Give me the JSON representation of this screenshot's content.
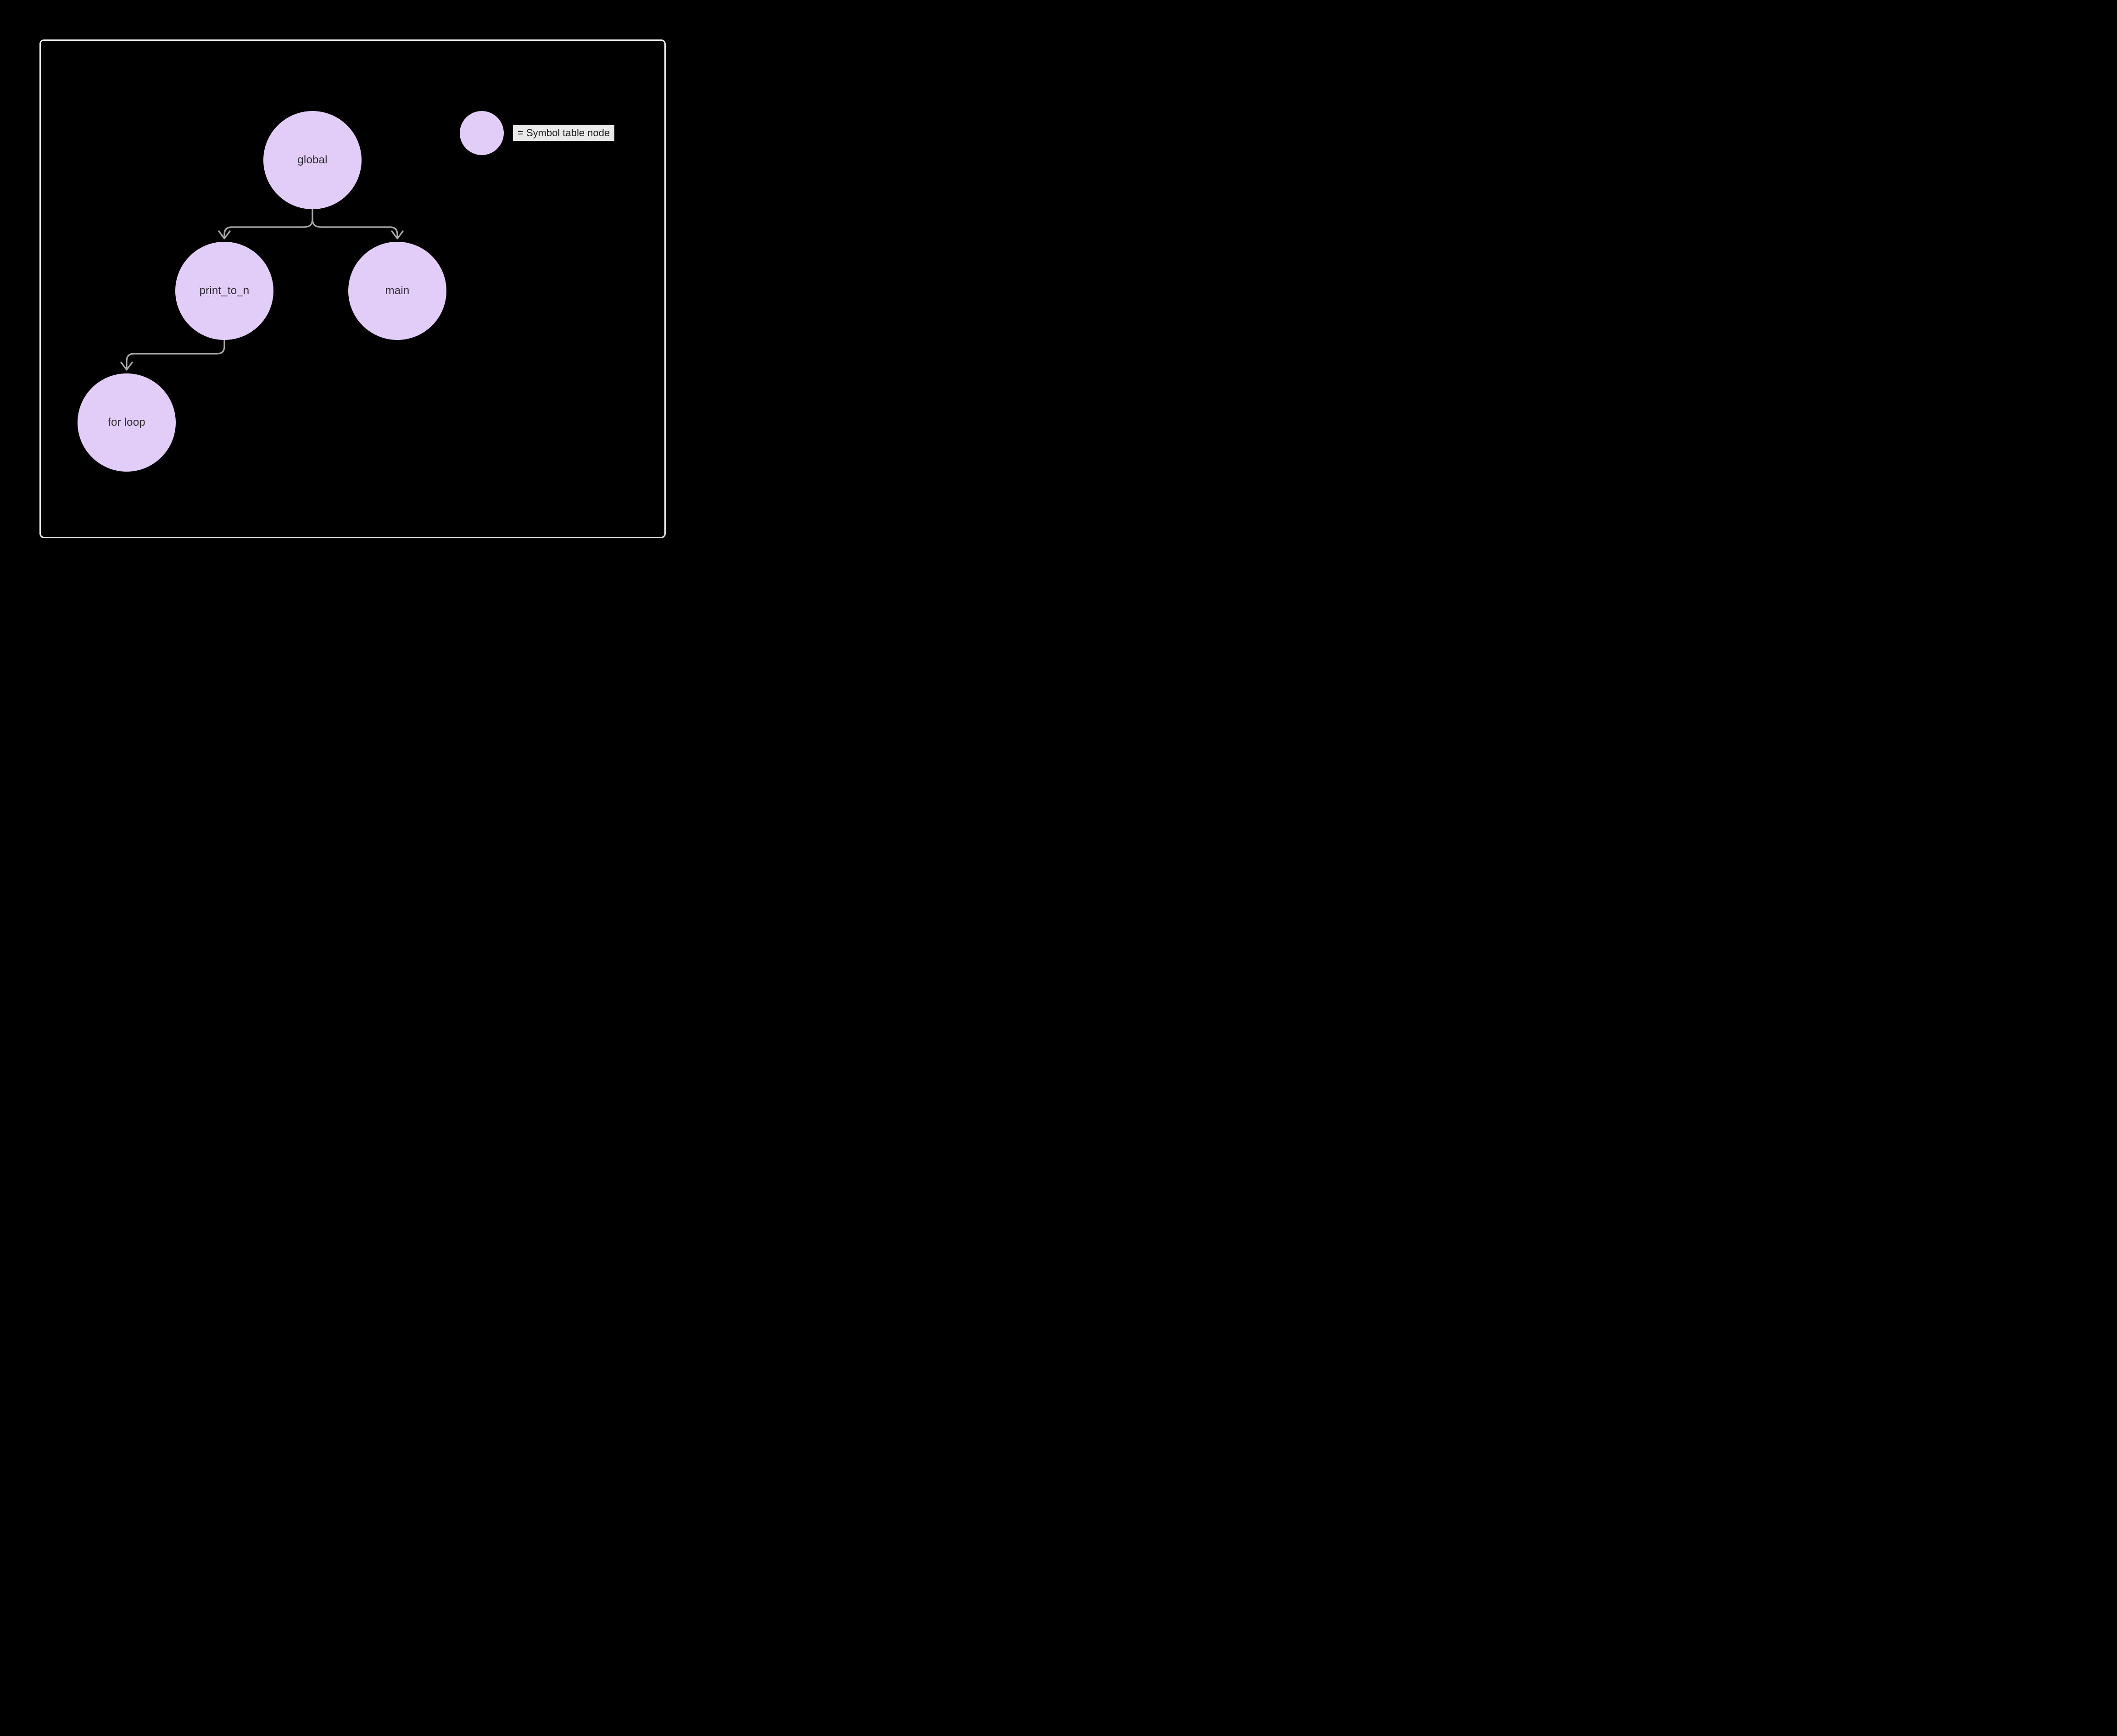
{
  "diagram": {
    "type": "scope-tree",
    "nodes": {
      "global": {
        "label": "global"
      },
      "print_to_n": {
        "label": "print_to_n"
      },
      "main": {
        "label": "main"
      },
      "for_loop": {
        "label": "for loop"
      }
    },
    "edges": [
      {
        "from": "global",
        "to": "print_to_n"
      },
      {
        "from": "global",
        "to": "main"
      },
      {
        "from": "print_to_n",
        "to": "for_loop"
      }
    ],
    "legend": {
      "label": "= Symbol table node"
    }
  },
  "colors": {
    "background": "#000000",
    "frame_border": "#eaeaea",
    "node_fill": "#e2ccf8",
    "node_text": "#2d2d31",
    "connector": "#a9a9a9",
    "legend_label_bg": "#e9e9e9",
    "legend_label_text": "#1d1d1f"
  }
}
